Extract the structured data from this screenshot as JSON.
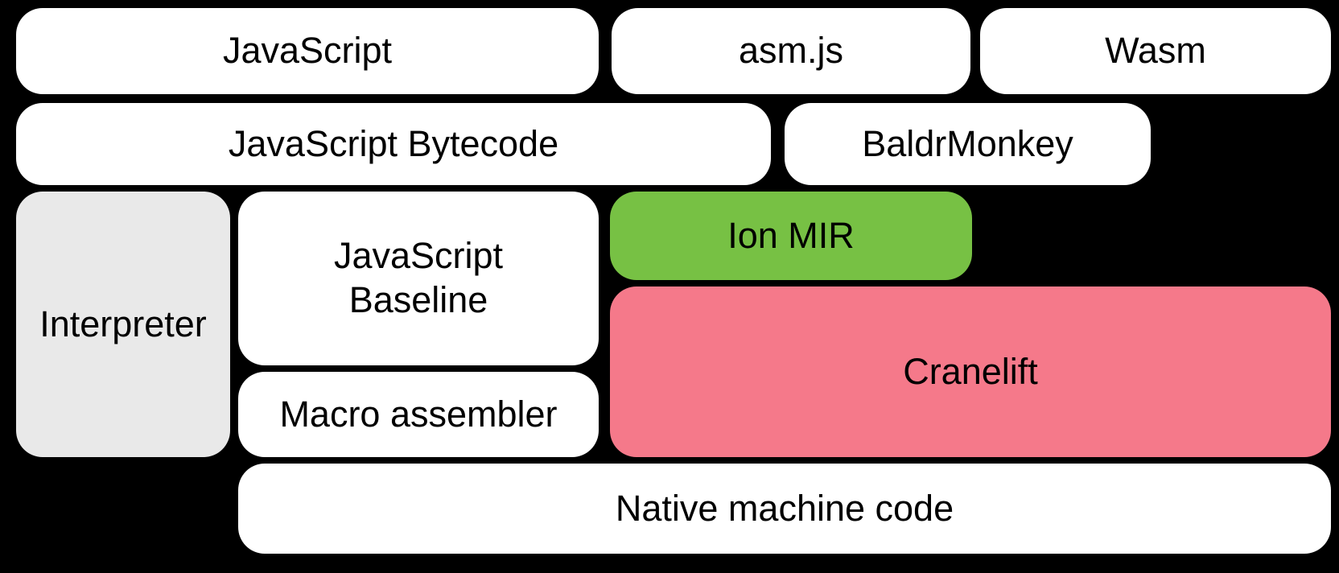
{
  "diagram": {
    "boxes": {
      "javascript": {
        "label": "JavaScript"
      },
      "asm_js": {
        "label": "asm.js"
      },
      "wasm": {
        "label": "Wasm"
      },
      "javascript_bytecode": {
        "label": "JavaScript Bytecode"
      },
      "baldrmonkey": {
        "label": "BaldrMonkey"
      },
      "interpreter": {
        "label": "Interpreter"
      },
      "javascript_baseline": {
        "label_lines": [
          "JavaScript",
          "Baseline"
        ]
      },
      "ion_mir": {
        "label": "Ion MIR"
      },
      "cranelift": {
        "label": "Cranelift"
      },
      "macro_assembler": {
        "label": "Macro assembler"
      },
      "native_machine_code": {
        "label": "Native machine code"
      }
    },
    "colors": {
      "background": "#000000",
      "box_fill": "#ffffff",
      "text": "#000000",
      "interpreter_fill": "#e9e9e9",
      "ion_mir_fill": "#77c144",
      "cranelift_fill": "#f5798a"
    }
  }
}
